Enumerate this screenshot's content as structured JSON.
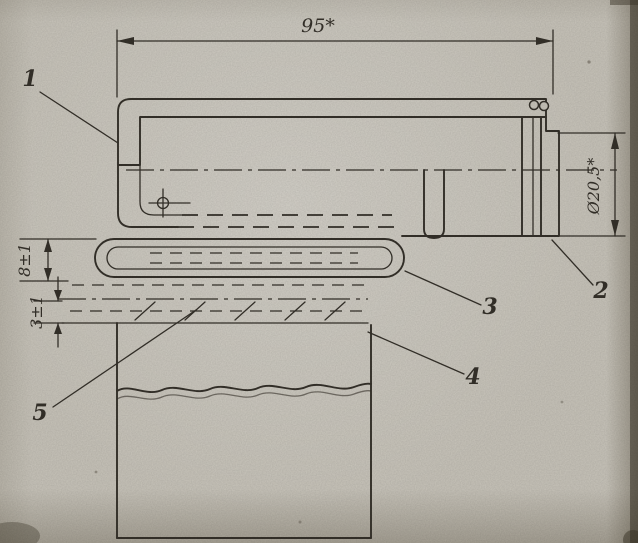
{
  "dimensions": {
    "width_top": "95*",
    "diameter_right": "Ø20,5*",
    "hem_height": "8±1",
    "stitch_offset": "3±1"
  },
  "callouts": {
    "n1": "1",
    "n2": "2",
    "n3": "3",
    "n4": "4",
    "n5": "5"
  },
  "colors": {
    "paper": "#c8c4ba",
    "ink": "#35312a"
  }
}
